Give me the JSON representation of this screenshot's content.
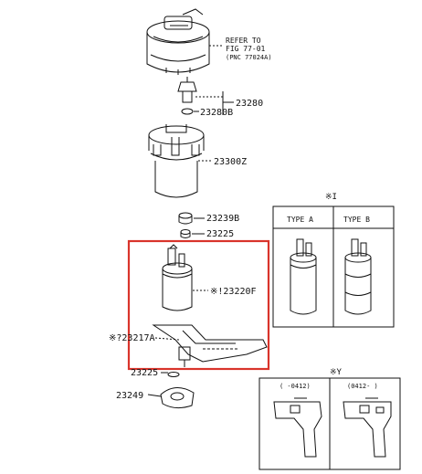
{
  "parts": {
    "ref_note": {
      "line1": "REFER TO",
      "line2": "FIG 77-01",
      "line3": "(PNC 77024A)"
    },
    "p23280": "23280",
    "p23280b": "23280B",
    "p23300": "23300Z",
    "p23239": "23239B",
    "p23225a": "23225",
    "p23220": "※!23220F",
    "p23217": "※?23217A",
    "p23225b": "23225",
    "p23249": "23249"
  },
  "type_panel": {
    "marker": "※I",
    "type_a": "TYPE A",
    "type_b": "TYPE B"
  },
  "bracket_panel": {
    "marker": "※Y",
    "left_range": "( -0412)",
    "right_range": "(0412- )"
  },
  "colors": {
    "highlight": "#d9342b",
    "line": "#111111"
  }
}
